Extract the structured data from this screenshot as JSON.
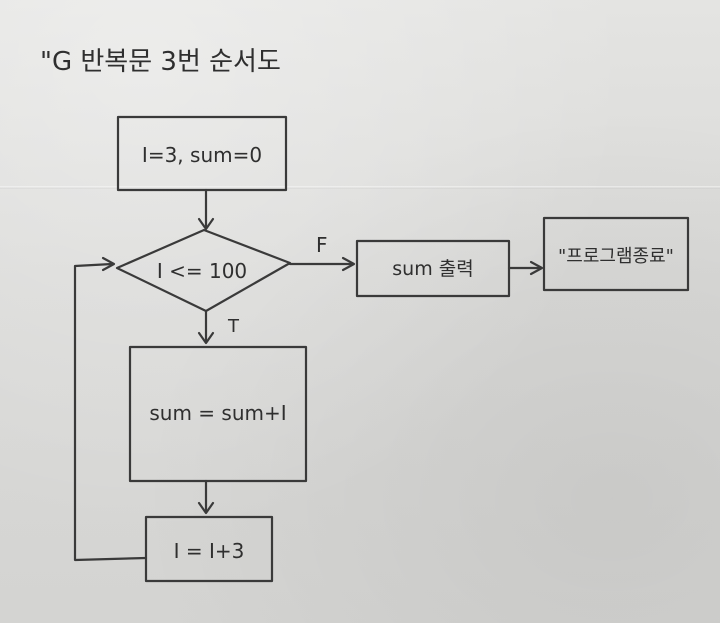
{
  "title": "\"G 반복문 3번 순서도",
  "nodes": {
    "init": "I=3, sum=0",
    "condition": "I <= 100",
    "body": "sum = sum+I",
    "increment": "I = I+3",
    "output": "sum 출력",
    "end": "\"프로그램종료\""
  },
  "edge_labels": {
    "false": "F",
    "true": "T"
  },
  "colors": {
    "ink": "#3a3a3a",
    "paper": "#dcdcda"
  }
}
